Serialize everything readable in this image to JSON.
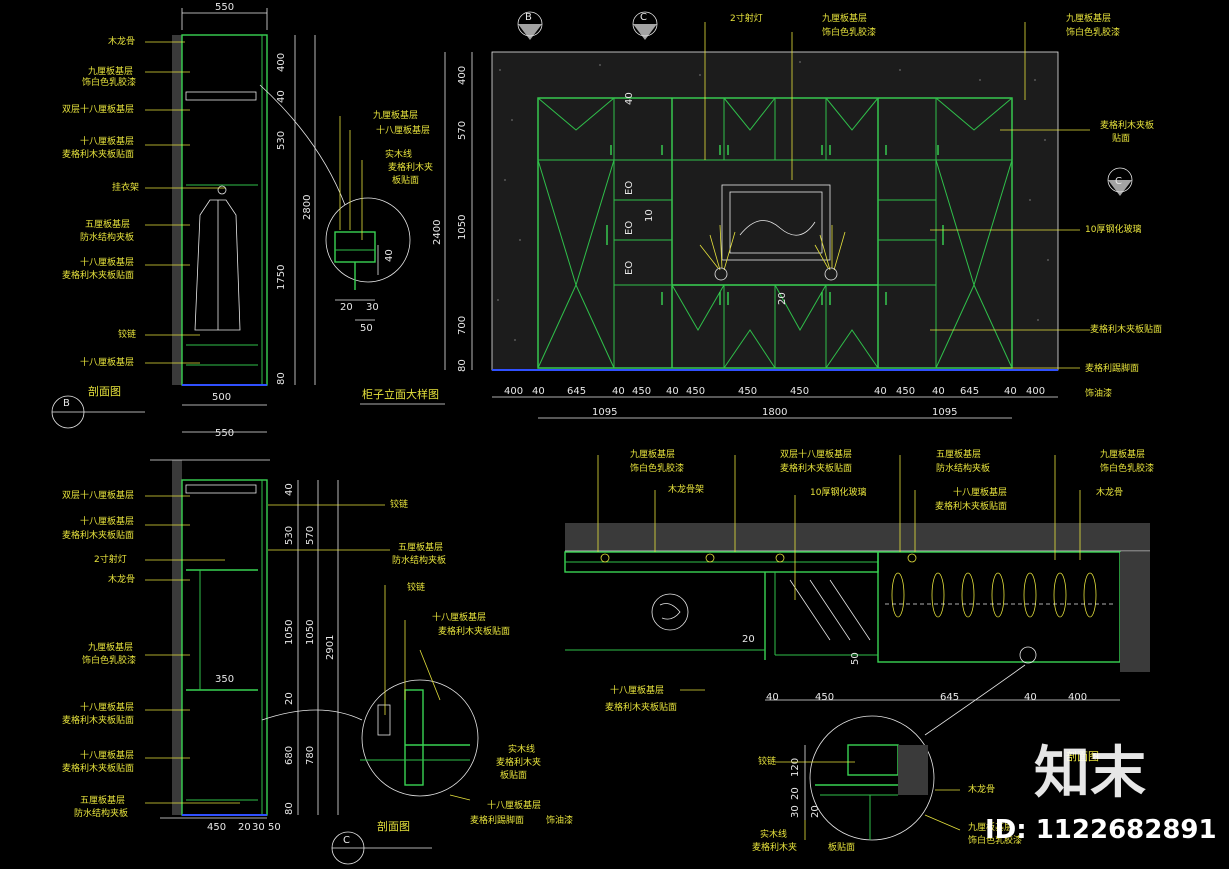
{
  "watermark": {
    "brand": "知末",
    "id_text": "ID: 1122682891"
  },
  "top_section": {
    "width_top": "550",
    "width_bottom": "500",
    "title": "剖面图",
    "marker": "B",
    "dims_vertical": [
      "400",
      "40",
      "530",
      "1750",
      "80",
      "2800"
    ],
    "notes": [
      "木龙骨",
      "九厘板基层",
      "饰白色乳胶漆",
      "双层十八厘板基层",
      "十八厘板基层",
      "麦格利木夹板贴面",
      "挂衣架",
      "五厘板基层",
      "防水结构夹板",
      "十八厘板基层",
      "麦格利木夹板贴面",
      "铰链",
      "十八厘板基层"
    ]
  },
  "detail_a": {
    "notes": [
      "九厘板基层",
      "十八厘板基层",
      "实木线",
      "麦格利木夹",
      "板贴面"
    ],
    "dims": [
      "40",
      "20",
      "30",
      "50"
    ]
  },
  "elevation": {
    "title": "柜子立面大样图",
    "markers": [
      "B",
      "C",
      "C"
    ],
    "top_notes": [
      "2寸射灯",
      "九厘板基层",
      "饰白色乳胶漆",
      "九厘板基层",
      "饰白色乳胶漆"
    ],
    "right_notes": [
      "麦格利木夹板",
      "贴面",
      "10厚钢化玻璃",
      "麦格利木夹板贴面",
      "麦格利踢脚面",
      "饰油漆"
    ],
    "dims_left": [
      "400",
      "570",
      "1050",
      "700",
      "80",
      "2400"
    ],
    "dims_bottom": [
      "400",
      "40",
      "645",
      "40",
      "450",
      "40",
      "450",
      "450",
      "450",
      "40",
      "450",
      "40",
      "645",
      "40",
      "400"
    ],
    "dims_totals": [
      "1095",
      "1800",
      "1095"
    ],
    "inner_labels": [
      "EO",
      "EO",
      "EO",
      "40",
      "10",
      "20"
    ]
  },
  "bottom_section": {
    "width_top": "550",
    "title": "剖面图",
    "marker": "C",
    "dims_left": [
      "40",
      "530",
      "570",
      "1050",
      "1050",
      "2901",
      "20",
      "680",
      "780",
      "80"
    ],
    "dims_bottom": [
      "450",
      "20",
      "30",
      "50"
    ],
    "inner_dim": "350",
    "notes": [
      "双层十八厘板基层",
      "十八厘板基层",
      "麦格利木夹板贴面",
      "2寸射灯",
      "木龙骨",
      "九厘板基层",
      "饰白色乳胶漆",
      "十八厘板基层",
      "麦格利木夹板贴面",
      "十八厘板基层",
      "麦格利木夹板贴面",
      "五厘板基层",
      "防水结构夹板",
      "铰链",
      "五厘板基层",
      "防水结构夹板"
    ]
  },
  "detail_b": {
    "notes": [
      "铰链",
      "十八厘板基层",
      "麦格利木夹板贴面",
      "实木线",
      "麦格利木夹",
      "板贴面",
      "十八厘板基层",
      "麦格利踢脚面",
      "饰油漆"
    ]
  },
  "plan": {
    "top_notes": [
      "九厘板基层",
      "饰白色乳胶漆",
      "木龙骨架",
      "双层十八厘板基层",
      "麦格利木夹板贴面",
      "10厚钢化玻璃",
      "五厘板基层",
      "防水结构夹板",
      "十八厘板基层",
      "麦格利木夹板贴面",
      "九厘板基层",
      "饰白色乳胶漆",
      "木龙骨"
    ],
    "left_note": [
      "十八厘板基层",
      "麦格利木夹板贴面"
    ],
    "dims": [
      "40",
      "450",
      "645",
      "40",
      "400"
    ],
    "inner_dims": [
      "20",
      "50"
    ]
  },
  "detail_c": {
    "notes": [
      "铰链",
      "实木线",
      "麦格利木夹",
      "板贴面",
      "木龙骨",
      "九厘板基层",
      "饰白色乳胶漆"
    ],
    "dims": [
      "120",
      "20",
      "30",
      "20"
    ],
    "title": "剖面图"
  }
}
